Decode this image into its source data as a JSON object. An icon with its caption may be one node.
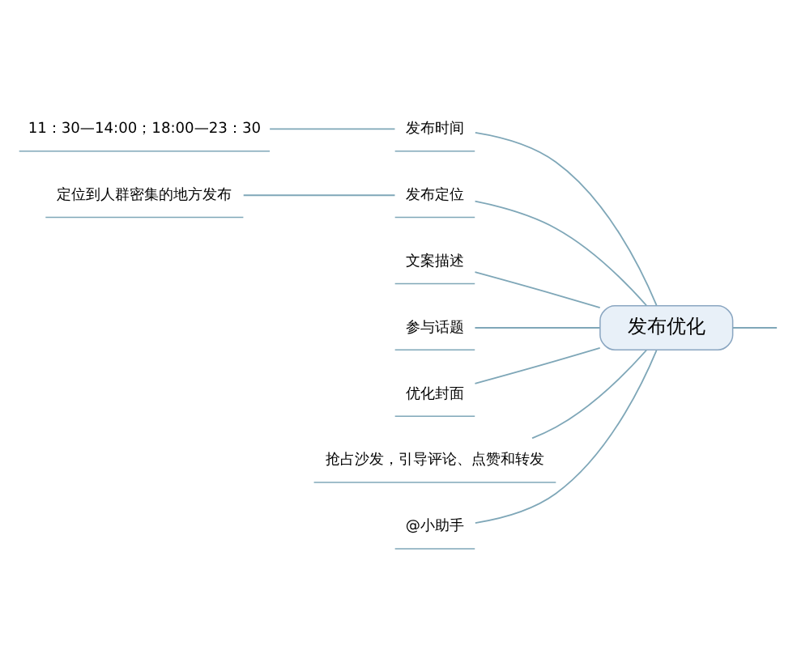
{
  "diagram": {
    "nodes": [
      {
        "text": [
          "发布优化"
        ]
      },
      {
        "text": [
          "发布时间"
        ]
      },
      {
        "text": [
          "11：30—14:00；18:00—23：30"
        ]
      },
      {
        "text": [
          "发布定位"
        ]
      },
      {
        "text": [
          "定位到人群密集的地方发布"
        ]
      },
      {
        "text": [
          "文案描述"
        ]
      },
      {
        "text": [
          "参与话题"
        ]
      },
      {
        "text": [
          "优化封面"
        ]
      },
      {
        "text": [
          "抢占沙发，引导评论、点赞和转发"
        ]
      },
      {
        "text": [
          "@小助手"
        ]
      }
    ],
    "edges": [
      {
        "from": 0,
        "to": 1,
        "arrow": "none"
      },
      {
        "from": 1,
        "to": 2,
        "arrow": "none"
      },
      {
        "from": 0,
        "to": 3,
        "arrow": "none"
      },
      {
        "from": 3,
        "to": 4,
        "arrow": "none"
      },
      {
        "from": 0,
        "to": 5,
        "arrow": "none"
      },
      {
        "from": 0,
        "to": 6,
        "arrow": "none"
      },
      {
        "from": 0,
        "to": 7,
        "arrow": "none"
      },
      {
        "from": 0,
        "to": 8,
        "arrow": "none"
      },
      {
        "from": 0,
        "to": 9,
        "arrow": "none"
      },
      {
        "from": 0,
        "to": null,
        "arrow": "none"
      }
    ]
  }
}
